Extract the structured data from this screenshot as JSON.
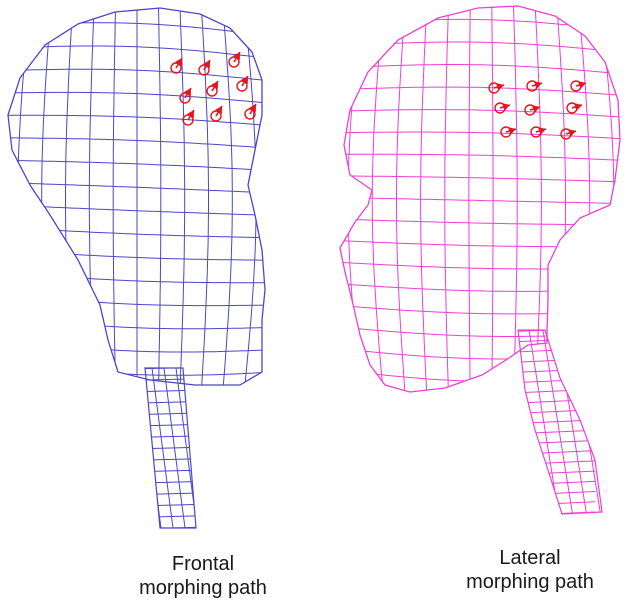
{
  "panels": [
    {
      "id": "frontal",
      "caption_line1": "Frontal",
      "caption_line2": "morphing path",
      "mesh_color": "#4b47c8",
      "arrow_color": "#e8141c"
    },
    {
      "id": "lateral",
      "caption_line1": "Lateral",
      "caption_line2": "morphing path",
      "mesh_color": "#ee3fd2",
      "arrow_color": "#e8141c"
    }
  ]
}
